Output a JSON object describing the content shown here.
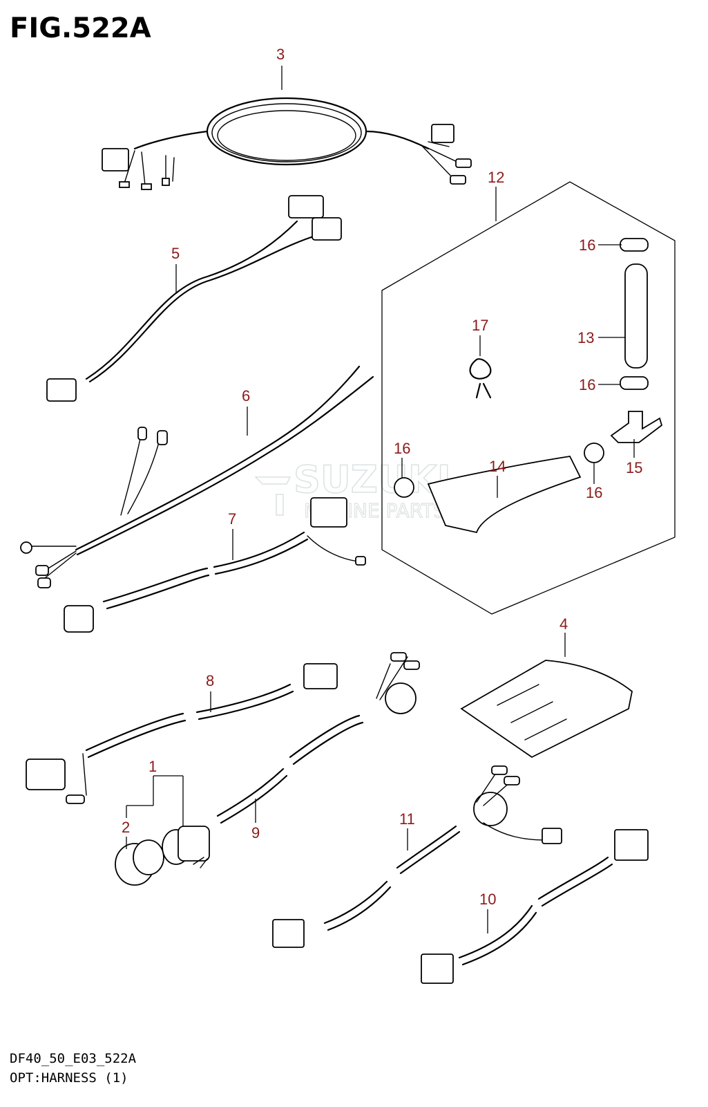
{
  "figure": {
    "title": "FIG.522A",
    "code": "DF40_50_E03_522A",
    "subtitle": "OPT:HARNESS (1)"
  },
  "watermark": {
    "line1": "SUZUKI",
    "line2": "MARINE PARTS"
  },
  "callouts": [
    "1",
    "2",
    "3",
    "4",
    "5",
    "6",
    "7",
    "8",
    "9",
    "10",
    "11",
    "12",
    "13",
    "14",
    "15",
    "16",
    "16",
    "16",
    "16",
    "17"
  ],
  "colors": {
    "callout": "#8b1a1a",
    "line": "#000000",
    "background": "#ffffff"
  }
}
